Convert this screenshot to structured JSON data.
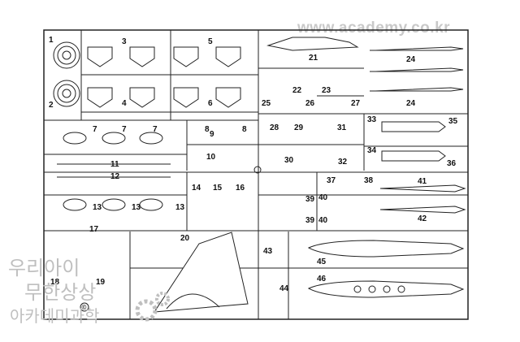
{
  "watermark": {
    "url": "www.academy.co.kr",
    "korean_line1": "우리아이",
    "korean_line2": "무한상상",
    "korean_line3": "아카데미과학"
  },
  "copyright_symbol": "©",
  "part_numbers": [
    "1",
    "2",
    "3",
    "4",
    "5",
    "6",
    "7",
    "7",
    "7",
    "8",
    "8",
    "9",
    "10",
    "11",
    "12",
    "13",
    "13",
    "13",
    "14",
    "15",
    "16",
    "17",
    "18",
    "19",
    "20",
    "21",
    "22",
    "23",
    "24",
    "24",
    "25",
    "26",
    "27",
    "28",
    "29",
    "30",
    "31",
    "32",
    "33",
    "34",
    "35",
    "36",
    "37",
    "38",
    "39",
    "39",
    "40",
    "40",
    "41",
    "42",
    "43",
    "44",
    "45",
    "46"
  ],
  "colors": {
    "line": "#222222",
    "watermark": "#c9c9c9",
    "background": "#ffffff"
  }
}
